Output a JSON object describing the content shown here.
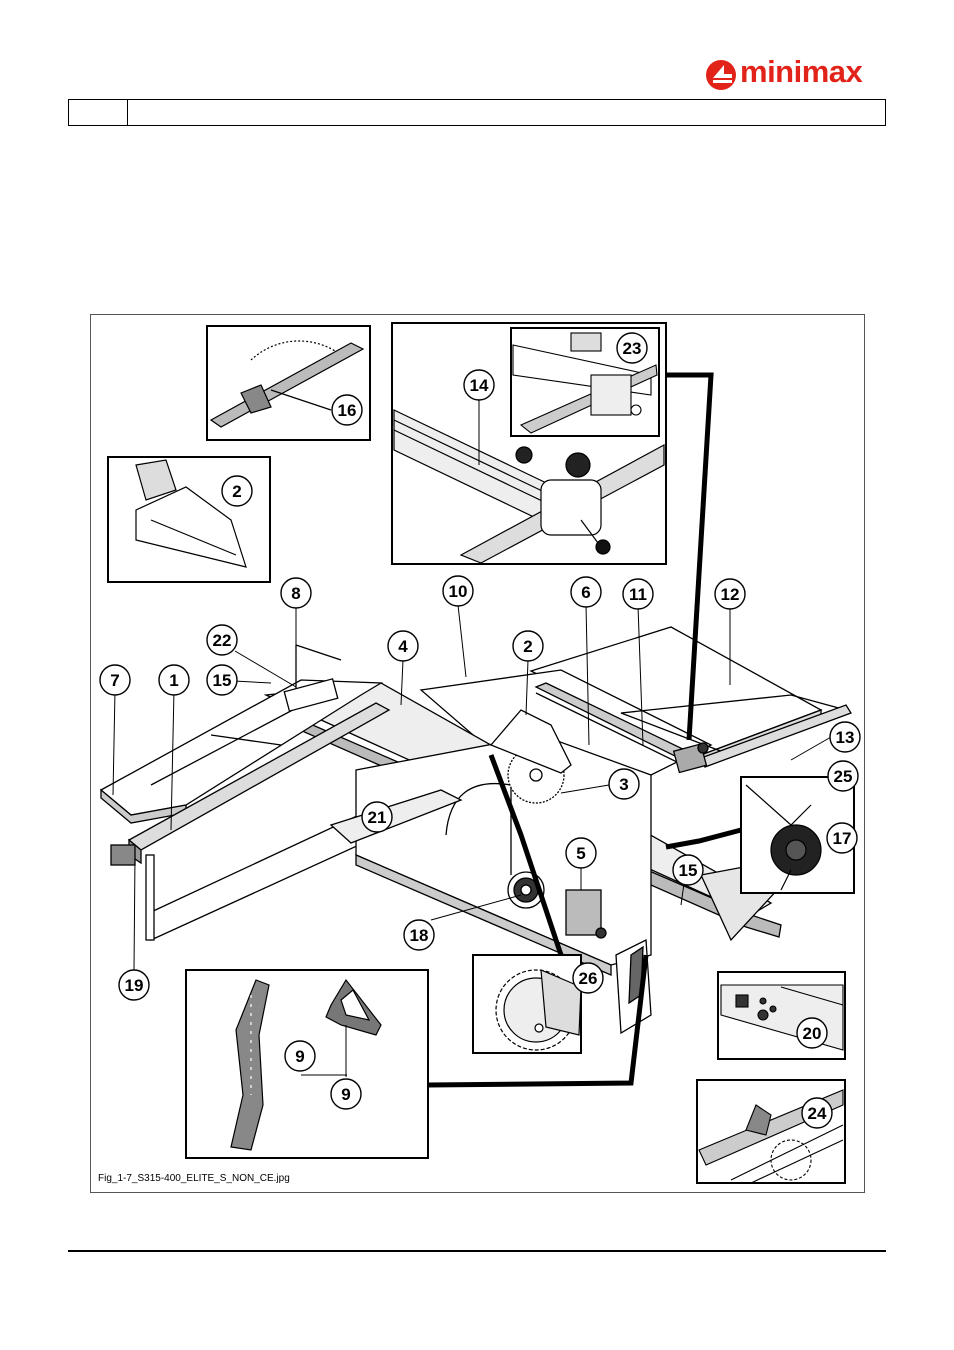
{
  "logo": {
    "text": "minimax",
    "color": "#e2231a"
  },
  "header": {
    "left_cell": "",
    "right_cell": ""
  },
  "figure": {
    "caption": "Fig_1-7_S315-400_ELITE_S_NON_CE.jpg",
    "callouts": {
      "c1": "1",
      "c2a": "2",
      "c2b": "2",
      "c3": "3",
      "c4": "4",
      "c5": "5",
      "c6": "6",
      "c7": "7",
      "c8": "8",
      "c9a": "9",
      "c9b": "9",
      "c10": "10",
      "c11": "11",
      "c12": "12",
      "c13": "13",
      "c14": "14",
      "c15a": "15",
      "c15b": "15",
      "c16": "16",
      "c17": "17",
      "c18": "18",
      "c19": "19",
      "c20": "20",
      "c21": "21",
      "c22": "22",
      "c23": "23",
      "c24": "24",
      "c25": "25",
      "c26": "26"
    }
  }
}
